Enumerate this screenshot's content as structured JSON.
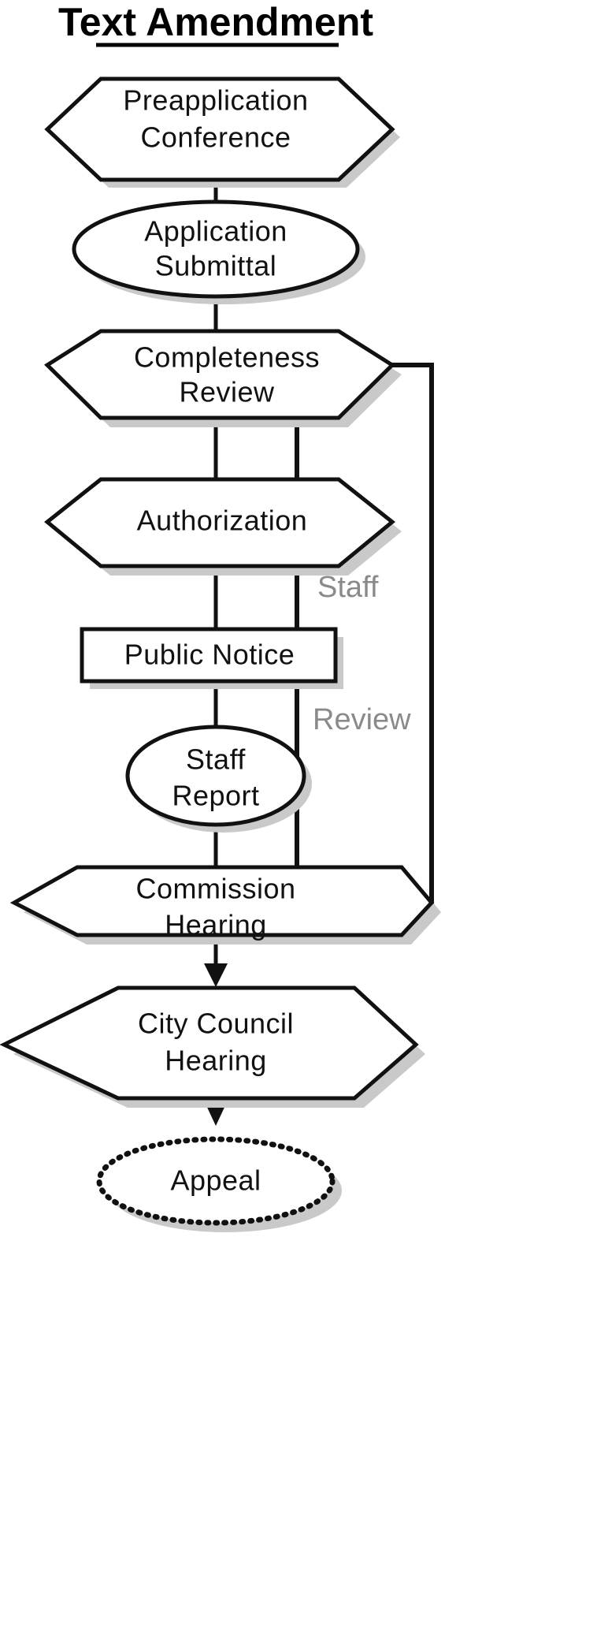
{
  "document": {
    "title": "Text Amendment",
    "type": "process-flowchart"
  },
  "chart_data": {
    "type": "diagram",
    "title": "Text Amendment",
    "nodes": [
      {
        "id": "preapplication-conference",
        "label_line1": "Preapplication",
        "label_line2": "Conference",
        "shape": "hexagon",
        "order": 1
      },
      {
        "id": "application-submittal",
        "label_line1": "Application",
        "label_line2": "Submittal",
        "shape": "ellipse",
        "order": 2
      },
      {
        "id": "completeness-review",
        "label_line1": "Completeness",
        "label_line2": "Review",
        "shape": "hexagon",
        "order": 3
      },
      {
        "id": "authorization",
        "label_line1": "Authorization",
        "label_line2": "",
        "shape": "hexagon",
        "order": 4
      },
      {
        "id": "public-notice",
        "label_line1": "Public Notice",
        "label_line2": "",
        "shape": "rectangle",
        "order": 5
      },
      {
        "id": "staff-report",
        "label_line1": "Staff",
        "label_line2": "Report",
        "shape": "ellipse",
        "order": 6
      },
      {
        "id": "commission-hearing",
        "label_line1": "Commission",
        "label_line2": "Hearing",
        "shape": "hexagon",
        "order": 7
      },
      {
        "id": "city-council-hearing",
        "label_line1": "City Council",
        "label_line2": "Hearing",
        "shape": "hexagon",
        "order": 8
      },
      {
        "id": "appeal",
        "label_line1": "Appeal",
        "label_line2": "",
        "shape": "ellipse-dotted",
        "order": 9
      }
    ],
    "annotations": [
      {
        "id": "staff-label",
        "text": "Staff"
      },
      {
        "id": "review-label",
        "text": "Review"
      }
    ],
    "edges": [
      {
        "from": "preapplication-conference",
        "to": "application-submittal",
        "style": "solid",
        "arrow": false
      },
      {
        "from": "application-submittal",
        "to": "completeness-review",
        "style": "solid",
        "arrow": false
      },
      {
        "from": "completeness-review",
        "to": "authorization",
        "style": "solid",
        "arrow": false
      },
      {
        "from": "authorization",
        "to": "public-notice",
        "style": "solid",
        "arrow": false
      },
      {
        "from": "public-notice",
        "to": "staff-report",
        "style": "solid",
        "arrow": false
      },
      {
        "from": "staff-report",
        "to": "commission-hearing",
        "style": "solid",
        "arrow": false
      },
      {
        "from": "completeness-review",
        "to": "commission-hearing",
        "style": "solid-bracket",
        "arrow": false,
        "label": "Staff Review"
      },
      {
        "from": "commission-hearing",
        "to": "city-council-hearing",
        "style": "solid",
        "arrow": true
      },
      {
        "from": "city-council-hearing",
        "to": "appeal",
        "style": "dashed",
        "arrow": true
      }
    ],
    "colors": {
      "stroke": "#111111",
      "fill": "#ffffff",
      "shadow": "#c9c9c9",
      "annotation_text": "#8a8a8a",
      "title": "#000000"
    }
  }
}
